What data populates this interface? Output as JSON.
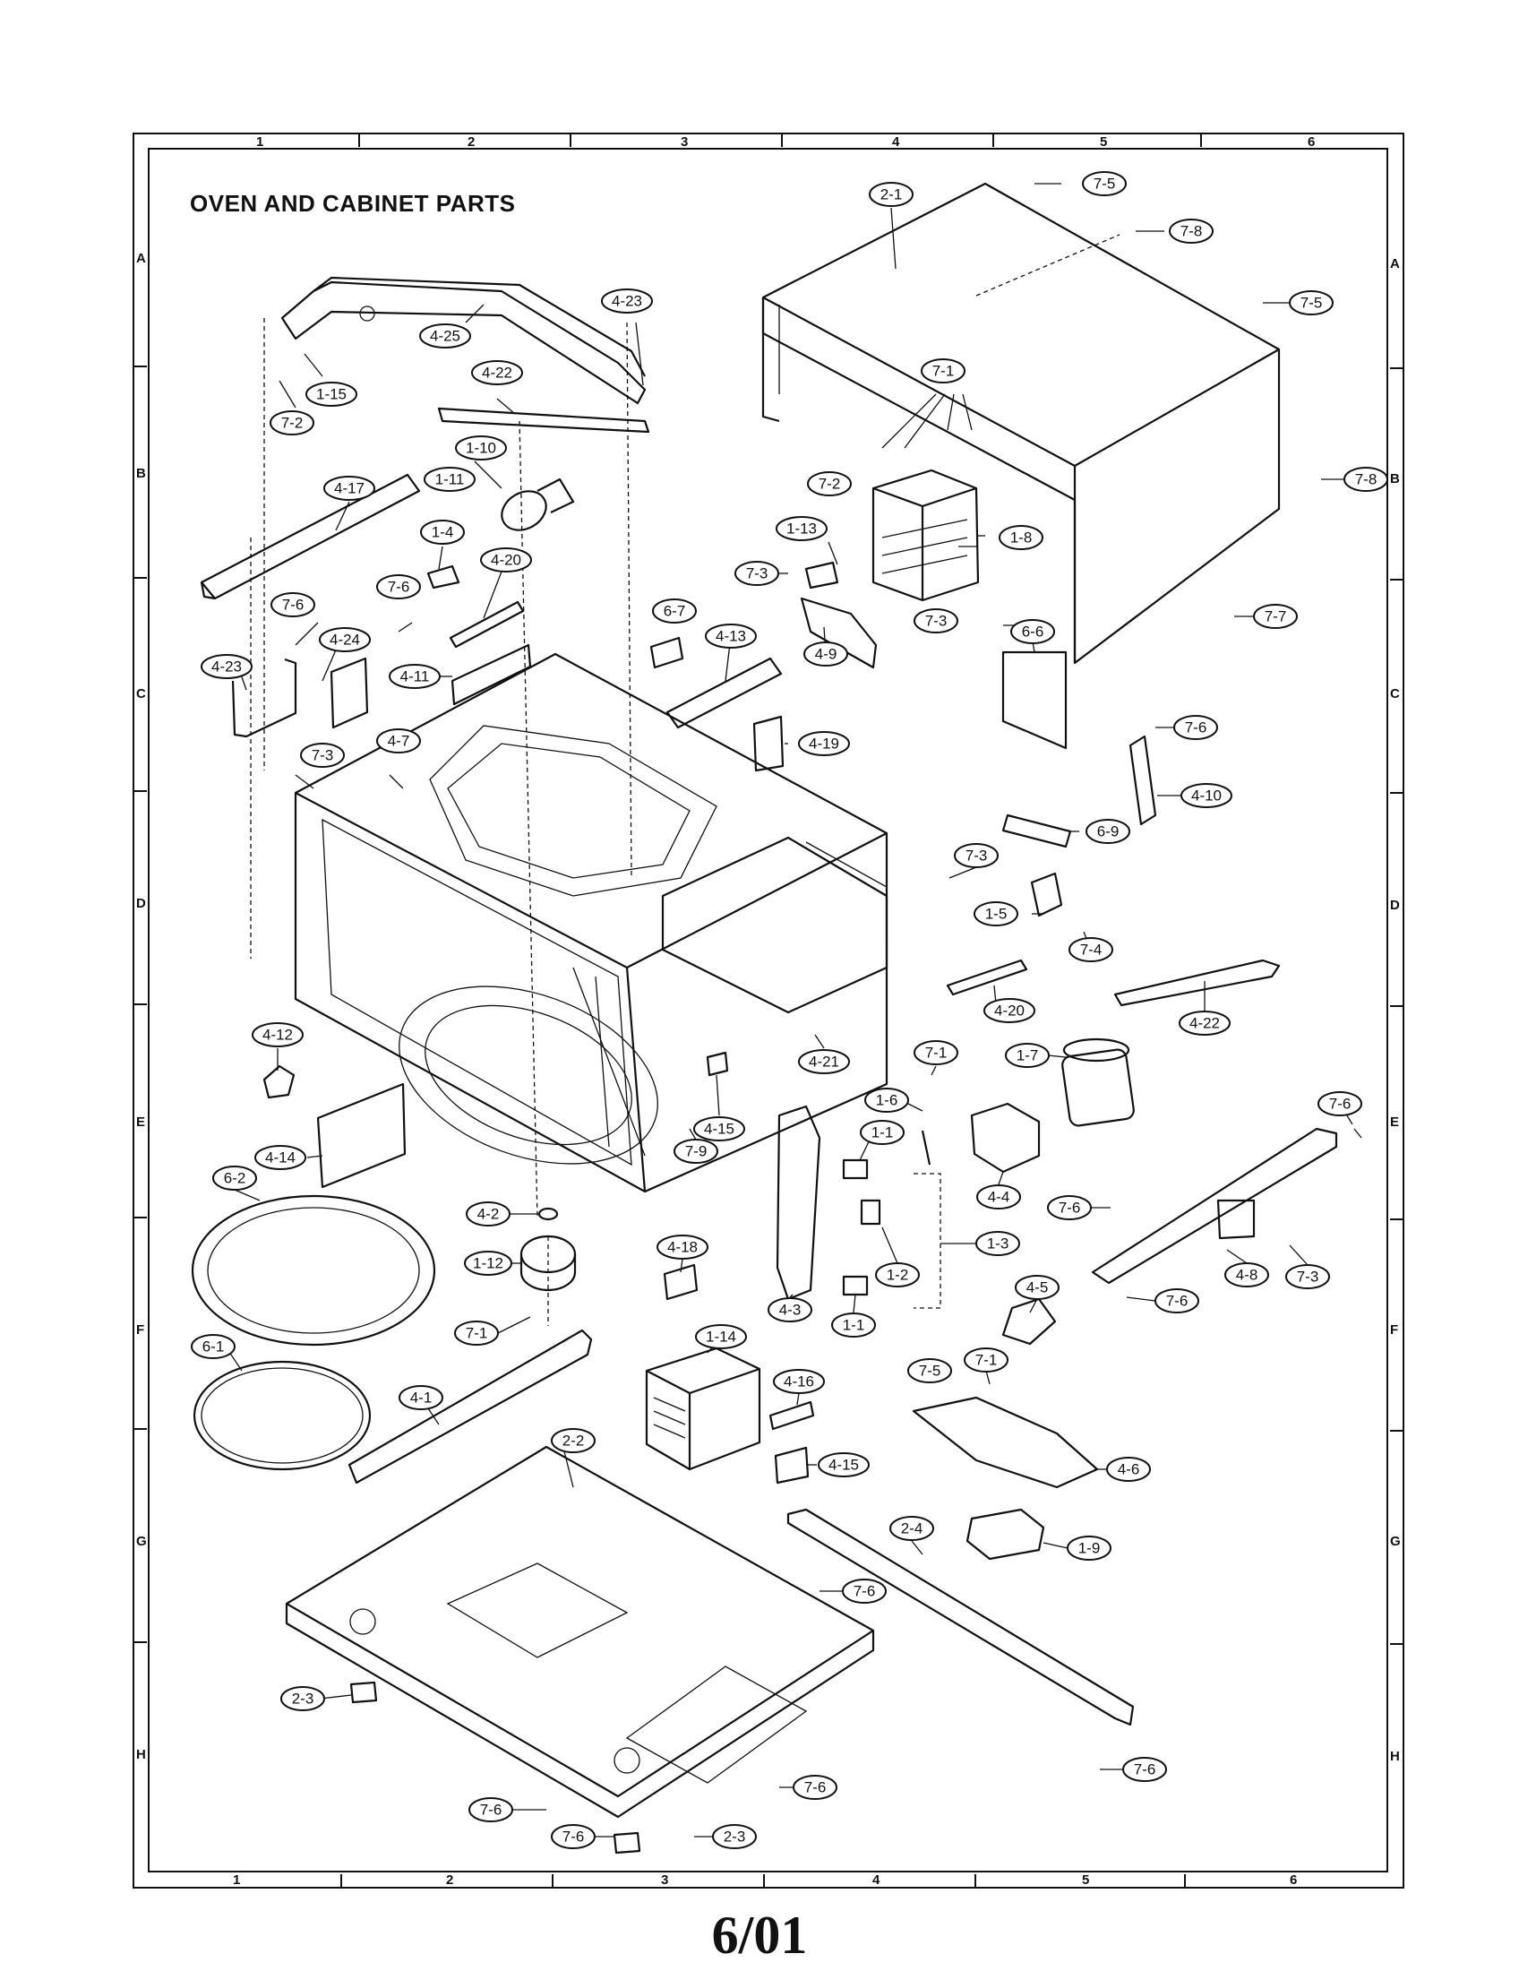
{
  "title": "OVEN AND CABINET PARTS",
  "footer": "6/01",
  "grid": {
    "columns": [
      "1",
      "2",
      "3",
      "4",
      "5",
      "6"
    ],
    "rows": [
      "A",
      "B",
      "C",
      "D",
      "E",
      "F",
      "G",
      "H"
    ]
  },
  "callouts": [
    {
      "id": "c01",
      "label": "7-5"
    },
    {
      "id": "c02",
      "label": "2-1"
    },
    {
      "id": "c03",
      "label": "7-8"
    },
    {
      "id": "c04",
      "label": "7-5"
    },
    {
      "id": "c05",
      "label": "4-23"
    },
    {
      "id": "c06",
      "label": "4-25"
    },
    {
      "id": "c07",
      "label": "4-22"
    },
    {
      "id": "c08",
      "label": "1-15"
    },
    {
      "id": "c09",
      "label": "7-2"
    },
    {
      "id": "c10",
      "label": "7-1"
    },
    {
      "id": "c11",
      "label": "1-10"
    },
    {
      "id": "c12",
      "label": "1-11"
    },
    {
      "id": "c13",
      "label": "4-17"
    },
    {
      "id": "c14",
      "label": "7-8"
    },
    {
      "id": "c15",
      "label": "7-2"
    },
    {
      "id": "c16",
      "label": "1-13"
    },
    {
      "id": "c17",
      "label": "1-8"
    },
    {
      "id": "c18",
      "label": "1-4"
    },
    {
      "id": "c19",
      "label": "4-20"
    },
    {
      "id": "c20",
      "label": "7-3"
    },
    {
      "id": "c21",
      "label": "7-6"
    },
    {
      "id": "c22",
      "label": "7-6"
    },
    {
      "id": "c23",
      "label": "6-7"
    },
    {
      "id": "c24",
      "label": "7-3"
    },
    {
      "id": "c25",
      "label": "7-7"
    },
    {
      "id": "c26",
      "label": "4-24"
    },
    {
      "id": "c27",
      "label": "4-13"
    },
    {
      "id": "c28",
      "label": "4-9"
    },
    {
      "id": "c29",
      "label": "6-6"
    },
    {
      "id": "c30",
      "label": "4-11"
    },
    {
      "id": "c31",
      "label": "4-23"
    },
    {
      "id": "c32",
      "label": "7-6"
    },
    {
      "id": "c33",
      "label": "7-3"
    },
    {
      "id": "c34",
      "label": "4-7"
    },
    {
      "id": "c35",
      "label": "4-19"
    },
    {
      "id": "c36",
      "label": "4-10"
    },
    {
      "id": "c37",
      "label": "7-3"
    },
    {
      "id": "c38",
      "label": "6-9"
    },
    {
      "id": "c39",
      "label": "1-5"
    },
    {
      "id": "c40",
      "label": "7-4"
    },
    {
      "id": "c41",
      "label": "4-20"
    },
    {
      "id": "c42",
      "label": "4-22"
    },
    {
      "id": "c43",
      "label": "4-12"
    },
    {
      "id": "c44",
      "label": "4-21"
    },
    {
      "id": "c45",
      "label": "7-1"
    },
    {
      "id": "c46",
      "label": "1-7"
    },
    {
      "id": "c47",
      "label": "4-15"
    },
    {
      "id": "c48",
      "label": "1-6"
    },
    {
      "id": "c49",
      "label": "1-1"
    },
    {
      "id": "c50",
      "label": "7-6"
    },
    {
      "id": "c51",
      "label": "4-14"
    },
    {
      "id": "c52",
      "label": "7-9"
    },
    {
      "id": "c53",
      "label": "4-4"
    },
    {
      "id": "c54",
      "label": "6-2"
    },
    {
      "id": "c55",
      "label": "4-2"
    },
    {
      "id": "c56",
      "label": "7-6"
    },
    {
      "id": "c57",
      "label": "1-3"
    },
    {
      "id": "c58",
      "label": "1-2"
    },
    {
      "id": "c59",
      "label": "4-18"
    },
    {
      "id": "c60",
      "label": "4-8"
    },
    {
      "id": "c61",
      "label": "7-3"
    },
    {
      "id": "c62",
      "label": "1-12"
    },
    {
      "id": "c63",
      "label": "7-6"
    },
    {
      "id": "c64",
      "label": "4-5"
    },
    {
      "id": "c65",
      "label": "4-3"
    },
    {
      "id": "c66",
      "label": "1-1"
    },
    {
      "id": "c67",
      "label": "7-1"
    },
    {
      "id": "c68",
      "label": "6-1"
    },
    {
      "id": "c69",
      "label": "1-14"
    },
    {
      "id": "c70",
      "label": "7-5"
    },
    {
      "id": "c71",
      "label": "7-1"
    },
    {
      "id": "c72",
      "label": "4-16"
    },
    {
      "id": "c73",
      "label": "4-1"
    },
    {
      "id": "c74",
      "label": "4-15"
    },
    {
      "id": "c75",
      "label": "4-6"
    },
    {
      "id": "c76",
      "label": "2-2"
    },
    {
      "id": "c77",
      "label": "2-4"
    },
    {
      "id": "c78",
      "label": "1-9"
    },
    {
      "id": "c79",
      "label": "7-6"
    },
    {
      "id": "c80",
      "label": "2-3"
    },
    {
      "id": "c81",
      "label": "7-6"
    },
    {
      "id": "c82",
      "label": "7-6"
    },
    {
      "id": "c83",
      "label": "7-6"
    },
    {
      "id": "c84",
      "label": "2-3"
    },
    {
      "id": "c85",
      "label": "7-6"
    }
  ]
}
